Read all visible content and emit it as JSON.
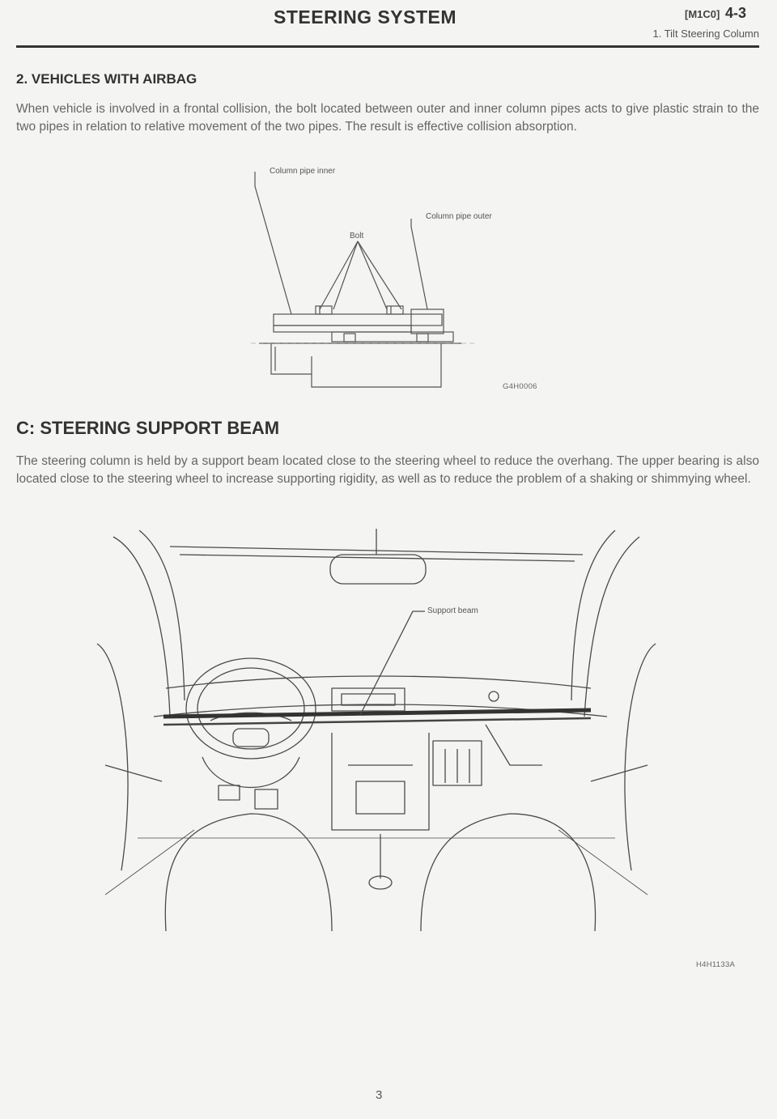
{
  "header": {
    "title": "STEERING SYSTEM",
    "code": "[M1C0]",
    "page_ref": "4-3",
    "subtitle": "1. Tilt Steering Column"
  },
  "section2": {
    "heading": "2. VEHICLES WITH AIRBAG",
    "body": "When vehicle is involved in a frontal collision, the bolt located between outer and inner column pipes acts to give plastic strain to the two pipes in relation to relative movement of the two pipes. The result is effective collision absorption.",
    "figure": {
      "label_inner": "Column pipe inner",
      "label_outer": "Column pipe outer",
      "label_bolt": "Bolt",
      "code": "G4H0006"
    }
  },
  "sectionC": {
    "heading": "C: STEERING SUPPORT BEAM",
    "body": "The steering column is held by a support beam located close to the steering wheel to reduce the overhang. The upper bearing is also located close to the steering wheel to increase supporting rigidity, as well as to reduce the problem of a shaking or shimmying wheel.",
    "figure": {
      "label_beam": "Support beam",
      "code": "H4H1133A"
    }
  },
  "footer": {
    "page_number": "3"
  }
}
